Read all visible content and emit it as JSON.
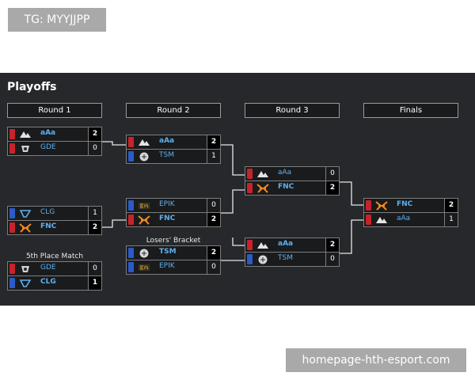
{
  "watermark_top": "TG: MYYJJPP",
  "watermark_bottom": "homepage-hth-esport.com",
  "panel_title": "Playoffs",
  "rounds": [
    "Round 1",
    "Round 2",
    "Round 3",
    "Finals"
  ],
  "labels": {
    "losers_bracket": "Losers' Bracket",
    "fifth_place": "5th Place Match"
  },
  "colors": {
    "panel_bg": "#27282b",
    "team_text": "#5fb0ee",
    "region_red": "#c8232b",
    "region_blue": "#2a5bc8"
  },
  "matches": {
    "r1_m1": [
      {
        "name": "aAa",
        "score": "2",
        "region": "red",
        "logo": "aaa-logo-icon",
        "win": true
      },
      {
        "name": "GDE",
        "score": "0",
        "region": "red",
        "logo": "gde-logo-icon",
        "win": false
      }
    ],
    "r1_m2": [
      {
        "name": "CLG",
        "score": "1",
        "region": "blue",
        "logo": "clg-logo-icon",
        "win": false
      },
      {
        "name": "FNC",
        "score": "2",
        "region": "red",
        "logo": "fnc-logo-icon",
        "win": true
      }
    ],
    "r1_m3": [
      {
        "name": "GDE",
        "score": "0",
        "region": "red",
        "logo": "gde-logo-icon",
        "win": false
      },
      {
        "name": "CLG",
        "score": "1",
        "region": "blue",
        "logo": "clg-logo-icon",
        "win": true
      }
    ],
    "r2_m1": [
      {
        "name": "aAa",
        "score": "2",
        "region": "red",
        "logo": "aaa-logo-icon",
        "win": true
      },
      {
        "name": "TSM",
        "score": "1",
        "region": "blue",
        "logo": "tsm-logo-icon",
        "win": false
      }
    ],
    "r2_m2": [
      {
        "name": "EPIK",
        "score": "0",
        "region": "blue",
        "logo": "epik-logo-icon",
        "win": false
      },
      {
        "name": "FNC",
        "score": "2",
        "region": "red",
        "logo": "fnc-logo-icon",
        "win": true
      }
    ],
    "r2_m3": [
      {
        "name": "TSM",
        "score": "2",
        "region": "blue",
        "logo": "tsm-logo-icon",
        "win": true
      },
      {
        "name": "EPIK",
        "score": "0",
        "region": "blue",
        "logo": "epik-logo-icon",
        "win": false
      }
    ],
    "r3_m1": [
      {
        "name": "aAa",
        "score": "0",
        "region": "red",
        "logo": "aaa-logo-icon",
        "win": false
      },
      {
        "name": "FNC",
        "score": "2",
        "region": "red",
        "logo": "fnc-logo-icon",
        "win": true
      }
    ],
    "r3_m2": [
      {
        "name": "aAa",
        "score": "2",
        "region": "red",
        "logo": "aaa-logo-icon",
        "win": true
      },
      {
        "name": "TSM",
        "score": "0",
        "region": "blue",
        "logo": "tsm-logo-icon",
        "win": false
      }
    ],
    "final": [
      {
        "name": "FNC",
        "score": "2",
        "region": "red",
        "logo": "fnc-logo-icon",
        "win": true
      },
      {
        "name": "aAa",
        "score": "1",
        "region": "red",
        "logo": "aaa-logo-icon",
        "win": false
      }
    ]
  }
}
